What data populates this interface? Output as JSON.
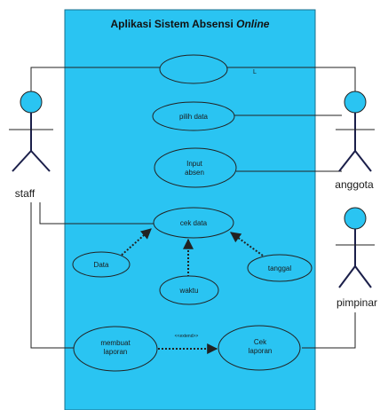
{
  "system": {
    "title_prefix": "Aplikasi Sistem Absensi ",
    "title_italic": "Online"
  },
  "actors": [
    {
      "id": "staff",
      "label": "staff"
    },
    {
      "id": "anggota",
      "label": "anggota"
    },
    {
      "id": "pimpinar",
      "label": "pimpinar"
    }
  ],
  "use_cases": [
    {
      "id": "uc_top",
      "lines": [
        ""
      ]
    },
    {
      "id": "pilih_data",
      "lines": [
        "pilih data"
      ]
    },
    {
      "id": "input_absen",
      "lines": [
        "Input",
        "absen"
      ]
    },
    {
      "id": "cek_data",
      "lines": [
        "cek data"
      ]
    },
    {
      "id": "data",
      "lines": [
        "Data"
      ]
    },
    {
      "id": "tanggal",
      "lines": [
        "tanggal"
      ]
    },
    {
      "id": "waktu",
      "lines": [
        "waktu"
      ]
    },
    {
      "id": "membuat_laporan",
      "lines": [
        "membuat",
        "laporan"
      ]
    },
    {
      "id": "cek_laporan",
      "lines": [
        "Cek",
        "laporan"
      ]
    }
  ],
  "stray_mark": "L",
  "extend_label": "<<extend>>",
  "colors": {
    "system_fill": "#2ac4f2",
    "actor_head": "#2ac4f2",
    "actor_body": "#1b1f4a",
    "line": "#222222"
  }
}
